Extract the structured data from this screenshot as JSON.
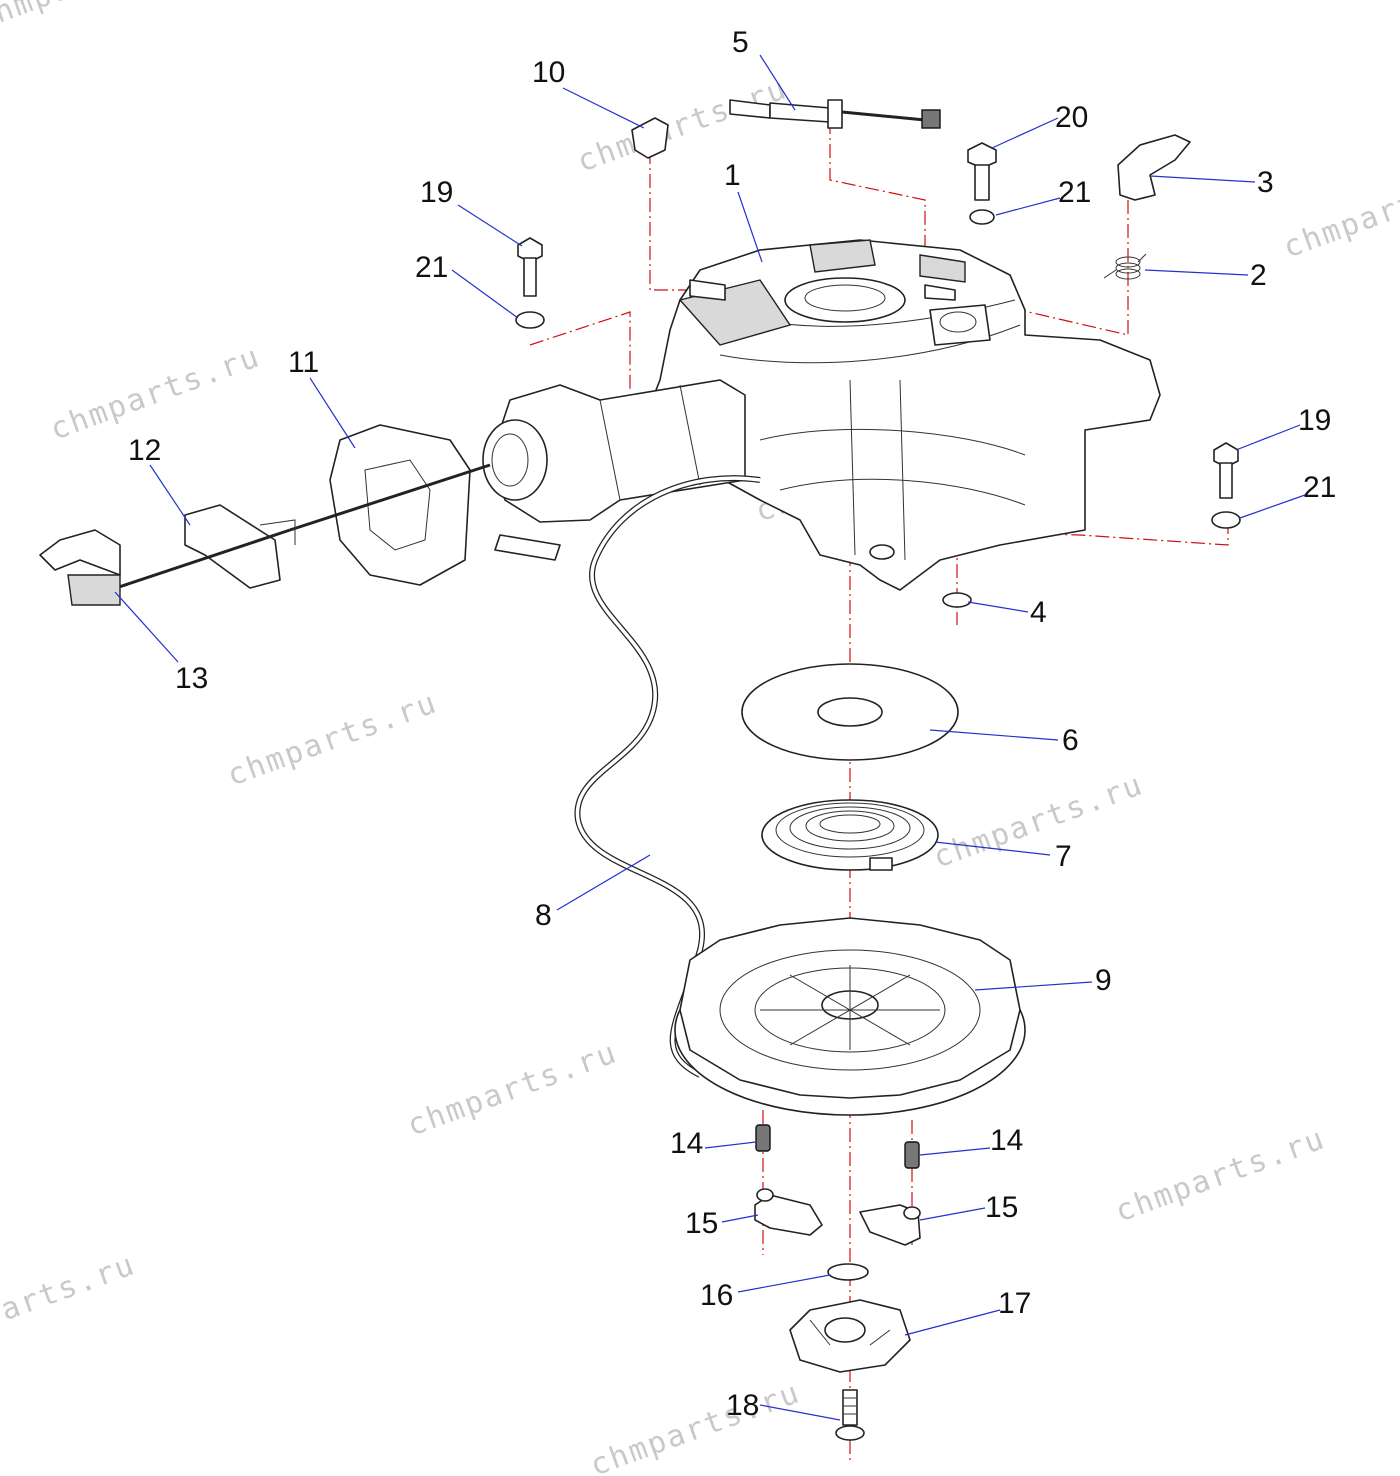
{
  "watermark": "chmparts.ru",
  "callouts": [
    {
      "id": "c1",
      "label": "1"
    },
    {
      "id": "c2",
      "label": "2"
    },
    {
      "id": "c3",
      "label": "3"
    },
    {
      "id": "c4",
      "label": "4"
    },
    {
      "id": "c5",
      "label": "5"
    },
    {
      "id": "c6",
      "label": "6"
    },
    {
      "id": "c7",
      "label": "7"
    },
    {
      "id": "c8",
      "label": "8"
    },
    {
      "id": "c9",
      "label": "9"
    },
    {
      "id": "c10",
      "label": "10"
    },
    {
      "id": "c11",
      "label": "11"
    },
    {
      "id": "c12",
      "label": "12"
    },
    {
      "id": "c13",
      "label": "13"
    },
    {
      "id": "c14a",
      "label": "14"
    },
    {
      "id": "c14b",
      "label": "14"
    },
    {
      "id": "c15a",
      "label": "15"
    },
    {
      "id": "c15b",
      "label": "15"
    },
    {
      "id": "c16",
      "label": "16"
    },
    {
      "id": "c17",
      "label": "17"
    },
    {
      "id": "c18",
      "label": "18"
    },
    {
      "id": "c19a",
      "label": "19"
    },
    {
      "id": "c19b",
      "label": "19"
    },
    {
      "id": "c20",
      "label": "20"
    },
    {
      "id": "c21a",
      "label": "21"
    },
    {
      "id": "c21b",
      "label": "21"
    },
    {
      "id": "c21c",
      "label": "21"
    }
  ],
  "colors": {
    "leader": "#2233cc",
    "axis": "#d01010",
    "line": "#222222",
    "watermark": "#c9c9c9"
  }
}
